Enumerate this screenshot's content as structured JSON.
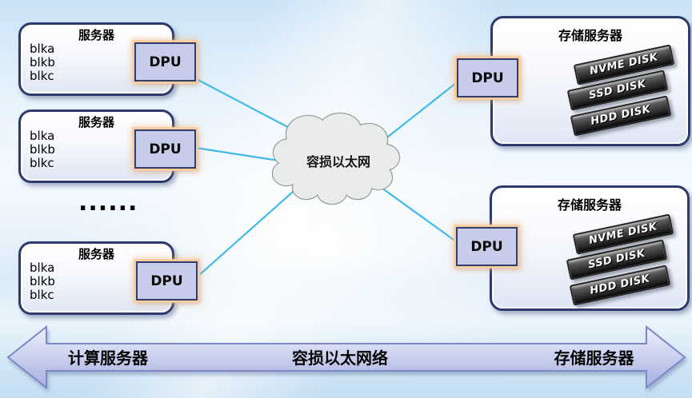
{
  "cloud": {
    "label": "容损以太网"
  },
  "compute": {
    "servers": [
      {
        "title": "服务器",
        "blocks": [
          "blka",
          "blkb",
          "blkc"
        ],
        "dpu_label": "DPU"
      },
      {
        "title": "服务器",
        "blocks": [
          "blka",
          "blkb",
          "blkc"
        ],
        "dpu_label": "DPU"
      },
      {
        "title": "服务器",
        "blocks": [
          "blka",
          "blkb",
          "blkc"
        ],
        "dpu_label": "DPU"
      }
    ],
    "ellipsis": "......"
  },
  "storage": {
    "servers": [
      {
        "title": "存储服务器",
        "disks": [
          "NVME DISK",
          "SSD DISK",
          "HDD DISK"
        ],
        "dpu_label": "DPU"
      },
      {
        "title": "存储服务器",
        "disks": [
          "NVME DISK",
          "SSD DISK",
          "HDD DISK"
        ],
        "dpu_label": "DPU"
      }
    ]
  },
  "footer_arrow": {
    "left_label": "计算服务器",
    "center_label": "容损以太网络",
    "right_label": "存储服务器"
  },
  "colors": {
    "connection_line": "#41b9ea",
    "dpu_fill": "#c6cce9",
    "dpu_glow": "#f6c99e",
    "node_border": "#2e3a6e",
    "arrow_fill": "#c3c9e8",
    "arrow_border": "#7d88c7",
    "cloud_fill": "#e9ecea",
    "cloud_border": "#96a19e",
    "disk_fill": "#3a3a3a"
  }
}
